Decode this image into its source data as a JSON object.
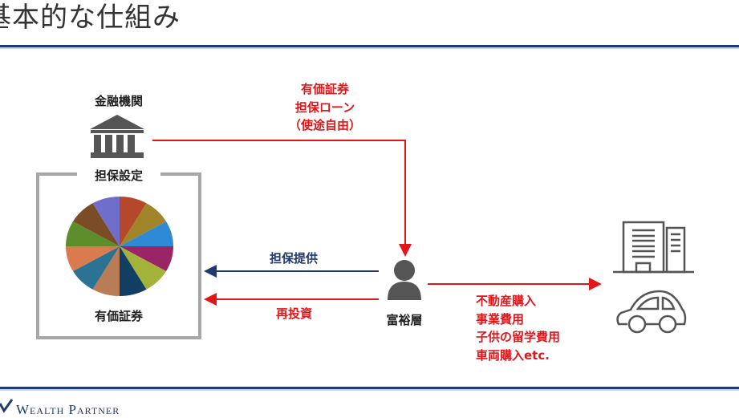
{
  "header": {
    "title": "基本的な仕組み"
  },
  "footer": {
    "logo_text": "Wealth Partner"
  },
  "diagram": {
    "institution_label": "金融機関",
    "collateral_setting_label": "担保設定",
    "securities_label": "有価証券",
    "loan_label_lines": [
      "有価証券",
      "担保ローン",
      "（使途自由）"
    ],
    "collateral_provision_label": "担保提供",
    "reinvestment_label": "再投資",
    "wealthy_label": "富裕層",
    "uses_lines": [
      "不動産購入",
      "事業費用",
      "子供の留学費用",
      "車両購入etc."
    ],
    "pie_colors": [
      "#b5482a",
      "#a08428",
      "#2f8ad6",
      "#9b2466",
      "#a3b23a",
      "#123e63",
      "#b97d55",
      "#2b7394",
      "#d97a4f",
      "#5e8e2c",
      "#7a4d26",
      "#6f6fcb"
    ]
  },
  "colors": {
    "accent_red": "#e0161b",
    "navy": "#1f3a6e",
    "icon_gray": "#555555",
    "box_gray": "#a6a6a6"
  }
}
